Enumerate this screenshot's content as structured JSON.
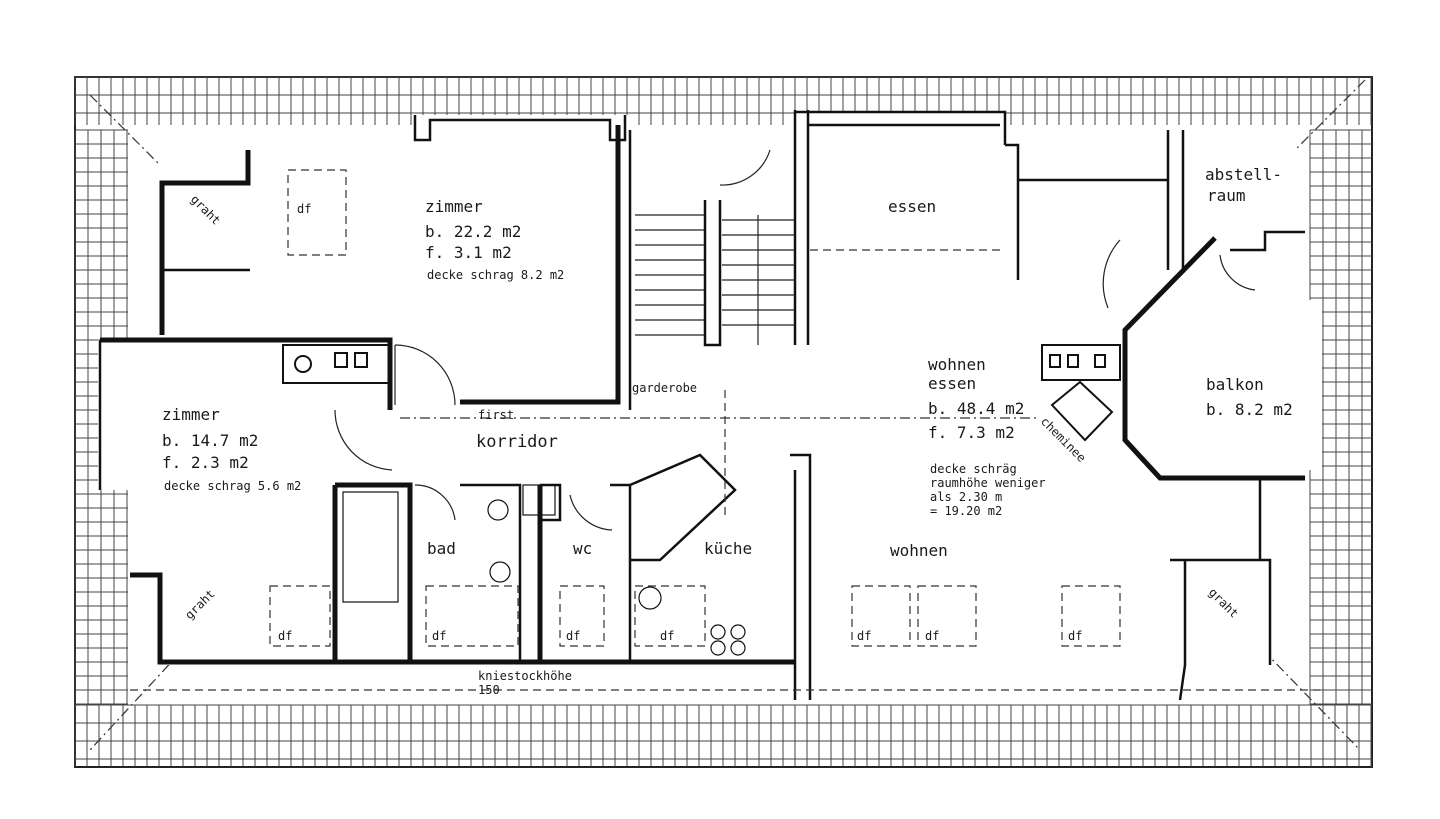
{
  "rooms": {
    "zimmer_top": {
      "name": "zimmer",
      "area_b": "b. 22.2 m2",
      "area_f": "f.   3.1 m2",
      "decke": "decke schrag 8.2 m2"
    },
    "zimmer_left": {
      "name": "zimmer",
      "area_b": "b. 14.7 m2",
      "area_f": "f.   2.3 m2",
      "decke": "decke schrag 5.6 m2"
    },
    "essen": {
      "name": "essen"
    },
    "abstellraum": {
      "line1": "abstell-",
      "line2": "raum"
    },
    "wohnen_essen": {
      "line1": "wohnen",
      "line2": "essen",
      "area_b": "b. 48.4 m2",
      "area_f": "f.   7.3 m2"
    },
    "decke_note": {
      "line1": "decke schräg",
      "line2": "raumhöhe weniger",
      "line3": "als 2.30 m",
      "line4": "= 19.20 m2"
    },
    "balkon": {
      "name": "balkon",
      "area_b": "b. 8.2 m2"
    },
    "korridor": {
      "name": "korridor"
    },
    "bad": {
      "name": "bad"
    },
    "wc": {
      "name": "wc"
    },
    "kueche": {
      "name": "küche"
    },
    "wohnen": {
      "name": "wohnen"
    }
  },
  "labels": {
    "garderobe": "garderobe",
    "first": "first",
    "cheminee": "cheminee",
    "grat_1": "graht",
    "grat_2": "graht",
    "grat_3": "graht",
    "df": "df",
    "kniestock_line1": "kniestockhöhe",
    "kniestock_line2": "150"
  }
}
